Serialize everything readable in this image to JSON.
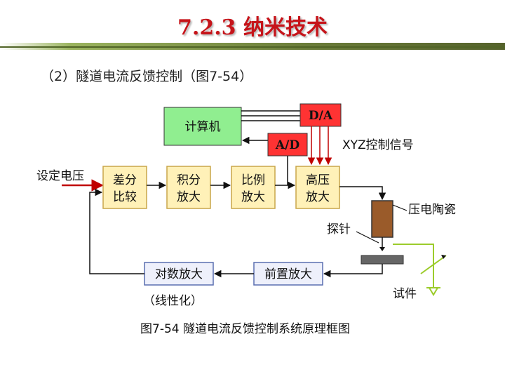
{
  "slide": {
    "title": "7.2.3  纳米技术",
    "subtitle": "（2）隧道电流反馈控制（图7-54）",
    "caption": "图7-54  隧道电流反馈控制系统原理框图"
  },
  "diagram": {
    "computer": "计算机",
    "da": "D/A",
    "ad": "A/D",
    "xyz_signal": "XYZ控制信号",
    "setpoint": "设定电压",
    "diff_compare": [
      "差分",
      "比较"
    ],
    "integral_amp": [
      "积分",
      "放大"
    ],
    "proportional_amp": [
      "比例",
      "放大"
    ],
    "high_voltage_amp": [
      "高压",
      "放大"
    ],
    "piezo": "压电陶瓷",
    "probe": "探针",
    "log_amp": "对数放大",
    "linearize": "（线性化）",
    "preamp": "前置放大",
    "sample": "试件"
  },
  "colors": {
    "title": "#c6141a",
    "computer_fill": "#90ee90",
    "red_box_fill": "#ff3333",
    "amp_fill": "#fff1b8",
    "amp_border": "#c9a64a",
    "feedback_fill": "#eef0fb",
    "feedback_border": "#5a6fb0",
    "piezo_fill": "#9a5b2a",
    "sample_wire": "#9ccc2c"
  }
}
